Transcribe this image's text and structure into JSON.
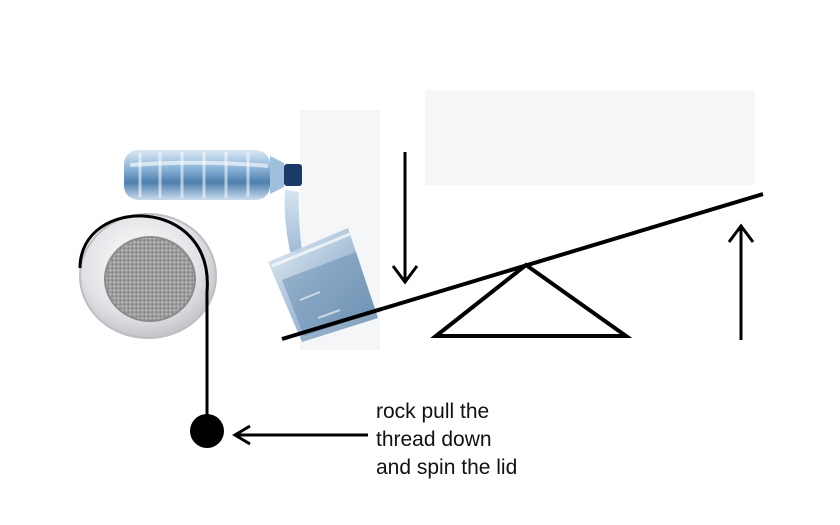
{
  "caption": {
    "lines": [
      "rock pull the",
      "thread down",
      "and spin the lid"
    ]
  },
  "colors": {
    "ink": "#000000",
    "water": "#8fb6d9",
    "water_dark": "#4f7fae",
    "lid_rim": "#e9e9ec",
    "lid_mesh": "#a9a9aa",
    "bottle_cap": "#1b3a66"
  },
  "icons": {
    "bottle": "water-bottle-icon",
    "glass": "water-glass-icon",
    "lid": "spinning-lid-icon",
    "rock": "rock-weight-icon"
  }
}
